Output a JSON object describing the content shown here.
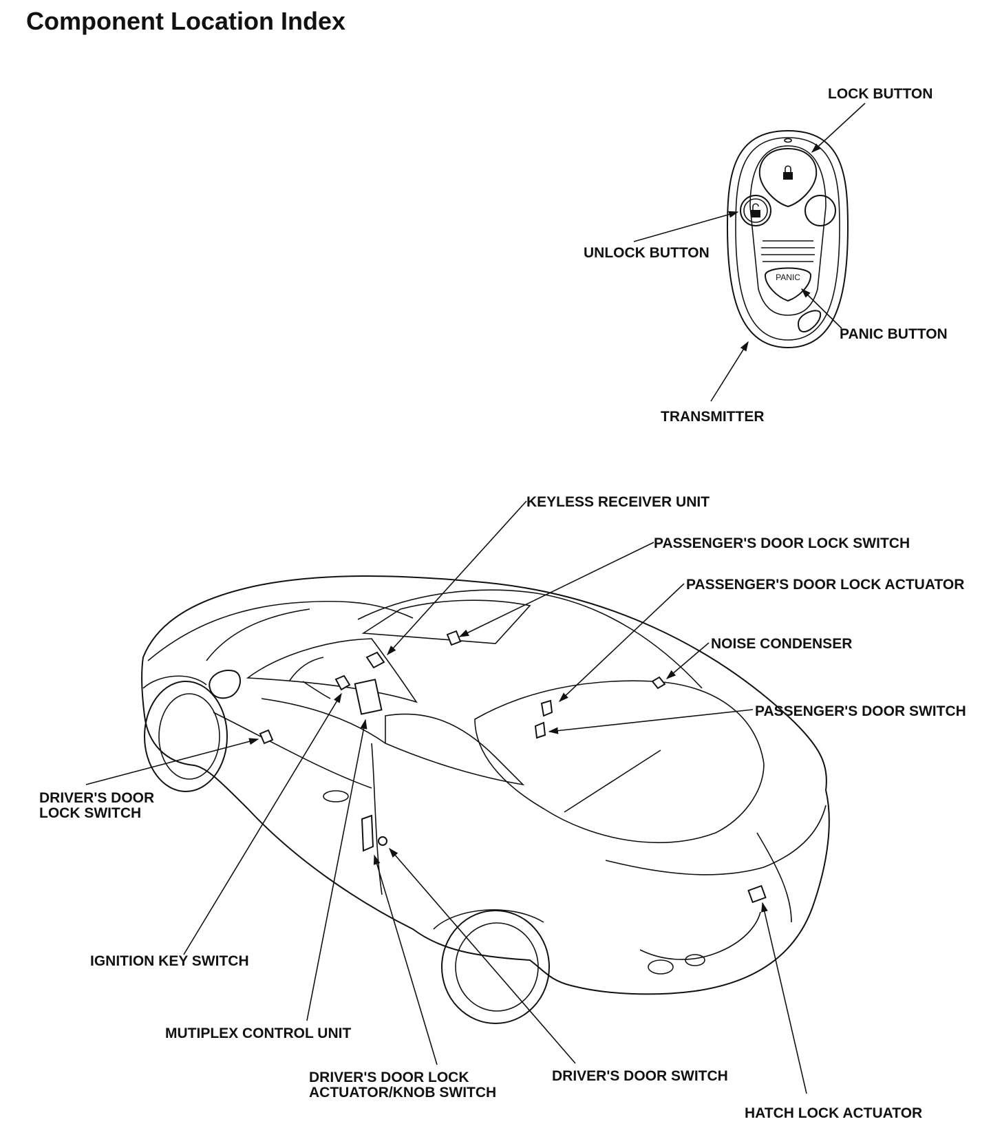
{
  "title": "Component Location Index",
  "transmitter": {
    "panic_glyph": "PANIC",
    "labels": {
      "lock_button": "LOCK BUTTON",
      "unlock_button": "UNLOCK BUTTON",
      "panic_button": "PANIC BUTTON",
      "transmitter": "TRANSMITTER"
    }
  },
  "car": {
    "labels": {
      "keyless_receiver_unit": "KEYLESS RECEIVER UNIT",
      "passengers_door_lock_switch": "PASSENGER'S DOOR LOCK SWITCH",
      "passengers_door_lock_actuator": "PASSENGER'S DOOR LOCK ACTUATOR",
      "noise_condenser": "NOISE CONDENSER",
      "passengers_door_switch": "PASSENGER'S DOOR SWITCH",
      "drivers_door_lock_switch_line1": "DRIVER'S DOOR",
      "drivers_door_lock_switch_line2": "LOCK SWITCH",
      "ignition_key_switch": "IGNITION KEY SWITCH",
      "multiplex_control_unit": "MUTIPLEX CONTROL UNIT",
      "drivers_door_lock_actuator_line1": "DRIVER'S DOOR LOCK",
      "drivers_door_lock_actuator_line2": "ACTUATOR/KNOB SWITCH",
      "drivers_door_switch": "DRIVER'S DOOR SWITCH",
      "hatch_lock_actuator": "HATCH LOCK ACTUATOR"
    }
  }
}
